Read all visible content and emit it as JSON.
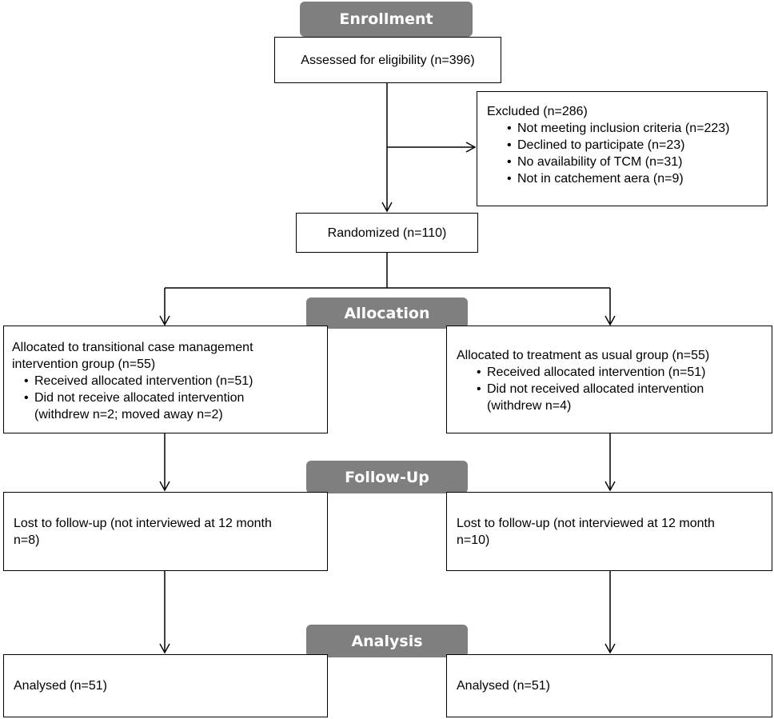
{
  "stages": {
    "enrollment": "Enrollment",
    "allocation": "Allocation",
    "follow_up": "Follow-Up",
    "analysis": "Analysis"
  },
  "assessed": "Assessed for eligibility (n=396)",
  "excluded": {
    "title": "Excluded (n=286)",
    "reasons": [
      "Not meeting inclusion criteria (n=223)",
      "Declined to participate (n=23)",
      "No availability of TCM (n=31)",
      "Not in catchement aera (n=9)"
    ]
  },
  "randomized": "Randomized (n=110)",
  "left_arm": {
    "allocation_title_1": "Allocated to transitional case management",
    "allocation_title_2": "intervention group (n=55)",
    "received": "Received allocated intervention (n=51)",
    "not_received_1": "Did not receive allocated intervention",
    "not_received_2": "(withdrew n=2; moved away n=2)",
    "lost_1": "Lost to follow-up (not interviewed at 12 month",
    "lost_2": "n=8)",
    "analysed": "Analysed (n=51)"
  },
  "right_arm": {
    "allocation_title": "Allocated to treatment as usual group (n=55)",
    "received": "Received allocated intervention (n=51)",
    "not_received_1": "Did not received allocated intervention",
    "not_received_2": "(withdrew n=4)",
    "lost_1": "Lost to follow-up (not interviewed at 12 month",
    "lost_2": "n=10)",
    "analysed": "Analysed (n=51)"
  }
}
